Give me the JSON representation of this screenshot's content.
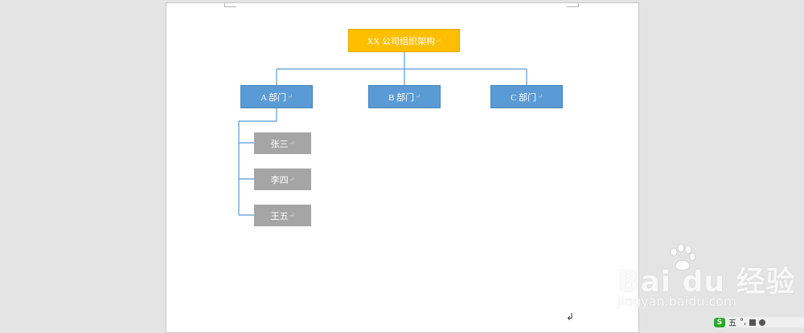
{
  "org_chart": {
    "root": {
      "label": "XX 公司组织架构"
    },
    "departments": [
      {
        "label": "A 部门"
      },
      {
        "label": "B 部门"
      },
      {
        "label": "C 部门"
      }
    ],
    "members": [
      {
        "label": "张三"
      },
      {
        "label": "李四"
      },
      {
        "label": "王五"
      }
    ],
    "colors": {
      "root": "#ffbf00",
      "department": "#5b9bd5",
      "member": "#a5a5a5",
      "connector": "#5b9bd5"
    }
  },
  "watermark": {
    "brand": "Bai du 经验",
    "url": "jingyan.baidu.com"
  },
  "tray": {
    "ime_label": "五"
  }
}
